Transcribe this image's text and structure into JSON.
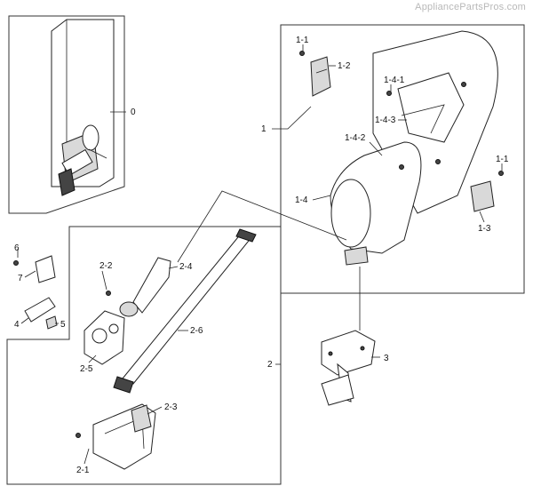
{
  "watermark": "AppliancePartsPros.com",
  "callouts": {
    "c0": "0",
    "c1": "1",
    "c1_1a": "1-1",
    "c1_2": "1-2",
    "c1_4_1": "1-4-1",
    "c1_4_3": "1-4-3",
    "c1_4_2": "1-4-2",
    "c1_1b": "1-1",
    "c1_4": "1-4",
    "c1_3": "1-3",
    "c2": "2",
    "c2_2": "2-2",
    "c2_4": "2-4",
    "c2_5": "2-5",
    "c2_6": "2-6",
    "c2_3": "2-3",
    "c2_1": "2-1",
    "c3": "3",
    "c4": "4",
    "c5": "5",
    "c6": "6",
    "c7": "7"
  }
}
